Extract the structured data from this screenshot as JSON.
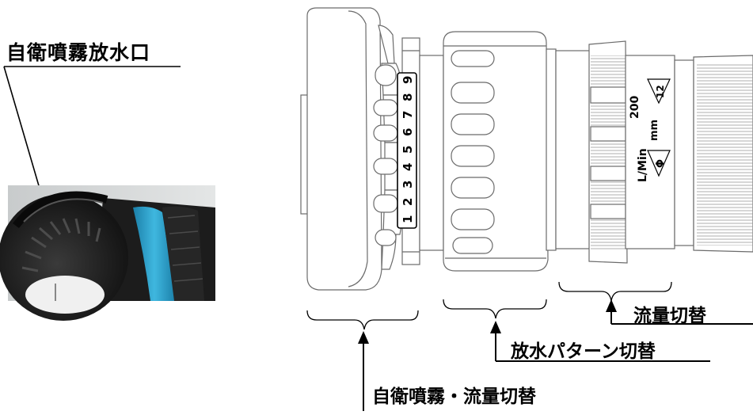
{
  "labels": {
    "self_fog_outlet": "自衛噴霧放水口",
    "flow_switch": "流量切替",
    "pattern_switch": "放水パターン切替",
    "self_fog_flow_switch": "自衛噴霧・流量切替"
  },
  "dial_numbers": [
    "1",
    "2",
    "3",
    "4",
    "5",
    "6",
    "7",
    "8",
    "9"
  ],
  "flow_markings": {
    "unit_flow": "L/Min",
    "flow_value": "200",
    "unit_size": "mm",
    "size_symbol": "Φ",
    "size_value": "12"
  }
}
